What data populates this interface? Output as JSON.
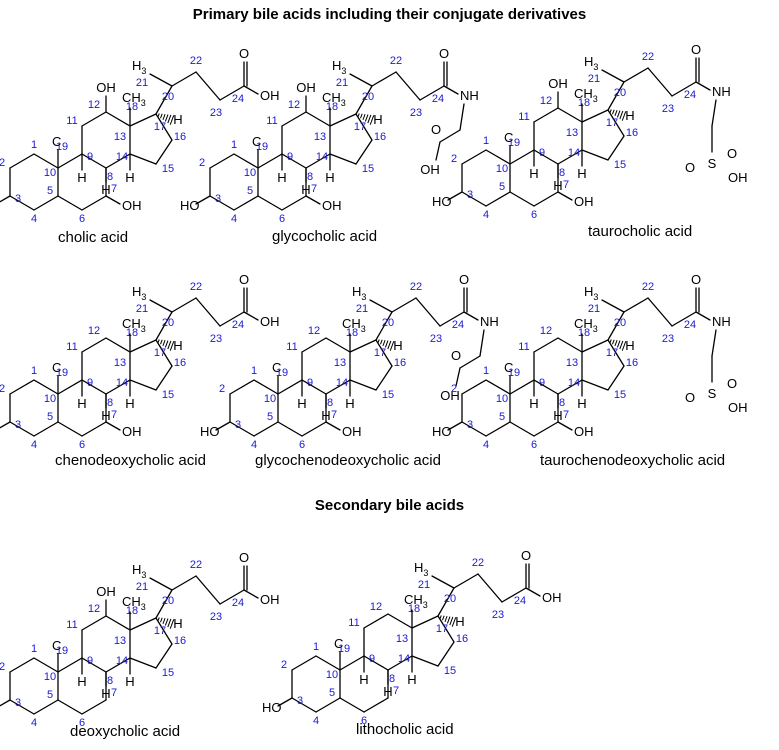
{
  "headings": {
    "primary": "Primary bile acids including their conjugate derivatives",
    "secondary": "Secondary bile acids"
  },
  "colors": {
    "atom_number": "#1a1ad6",
    "bond": "#000000"
  },
  "molecules": [
    {
      "name": "cholic acid",
      "oh12": true,
      "oh7": true,
      "tail": "acid"
    },
    {
      "name": "glycocholic acid",
      "oh12": true,
      "oh7": true,
      "tail": "glycine"
    },
    {
      "name": "taurocholic acid",
      "oh12": true,
      "oh7": true,
      "tail": "taurine"
    },
    {
      "name": "chenodeoxycholic acid",
      "oh12": false,
      "oh7": true,
      "tail": "acid"
    },
    {
      "name": "glycochenodeoxycholic acid",
      "oh12": false,
      "oh7": true,
      "tail": "glycine"
    },
    {
      "name": "taurochenodeoxycholic acid",
      "oh12": false,
      "oh7": true,
      "tail": "taurine"
    },
    {
      "name": "deoxycholic acid",
      "oh12": true,
      "oh7": false,
      "tail": "acid"
    },
    {
      "name": "lithocholic acid",
      "oh12": false,
      "oh7": false,
      "tail": "acid"
    }
  ],
  "atom_labels": {
    "hydroxyl": "HO",
    "oh": "OH",
    "oxygen": "O",
    "nh": "NH",
    "h": "H",
    "s": "S",
    "methyl_h": "H",
    "methyl_c": "C",
    "methyl_sub": "3",
    "ch": "CH",
    "ch_sub": "3"
  }
}
